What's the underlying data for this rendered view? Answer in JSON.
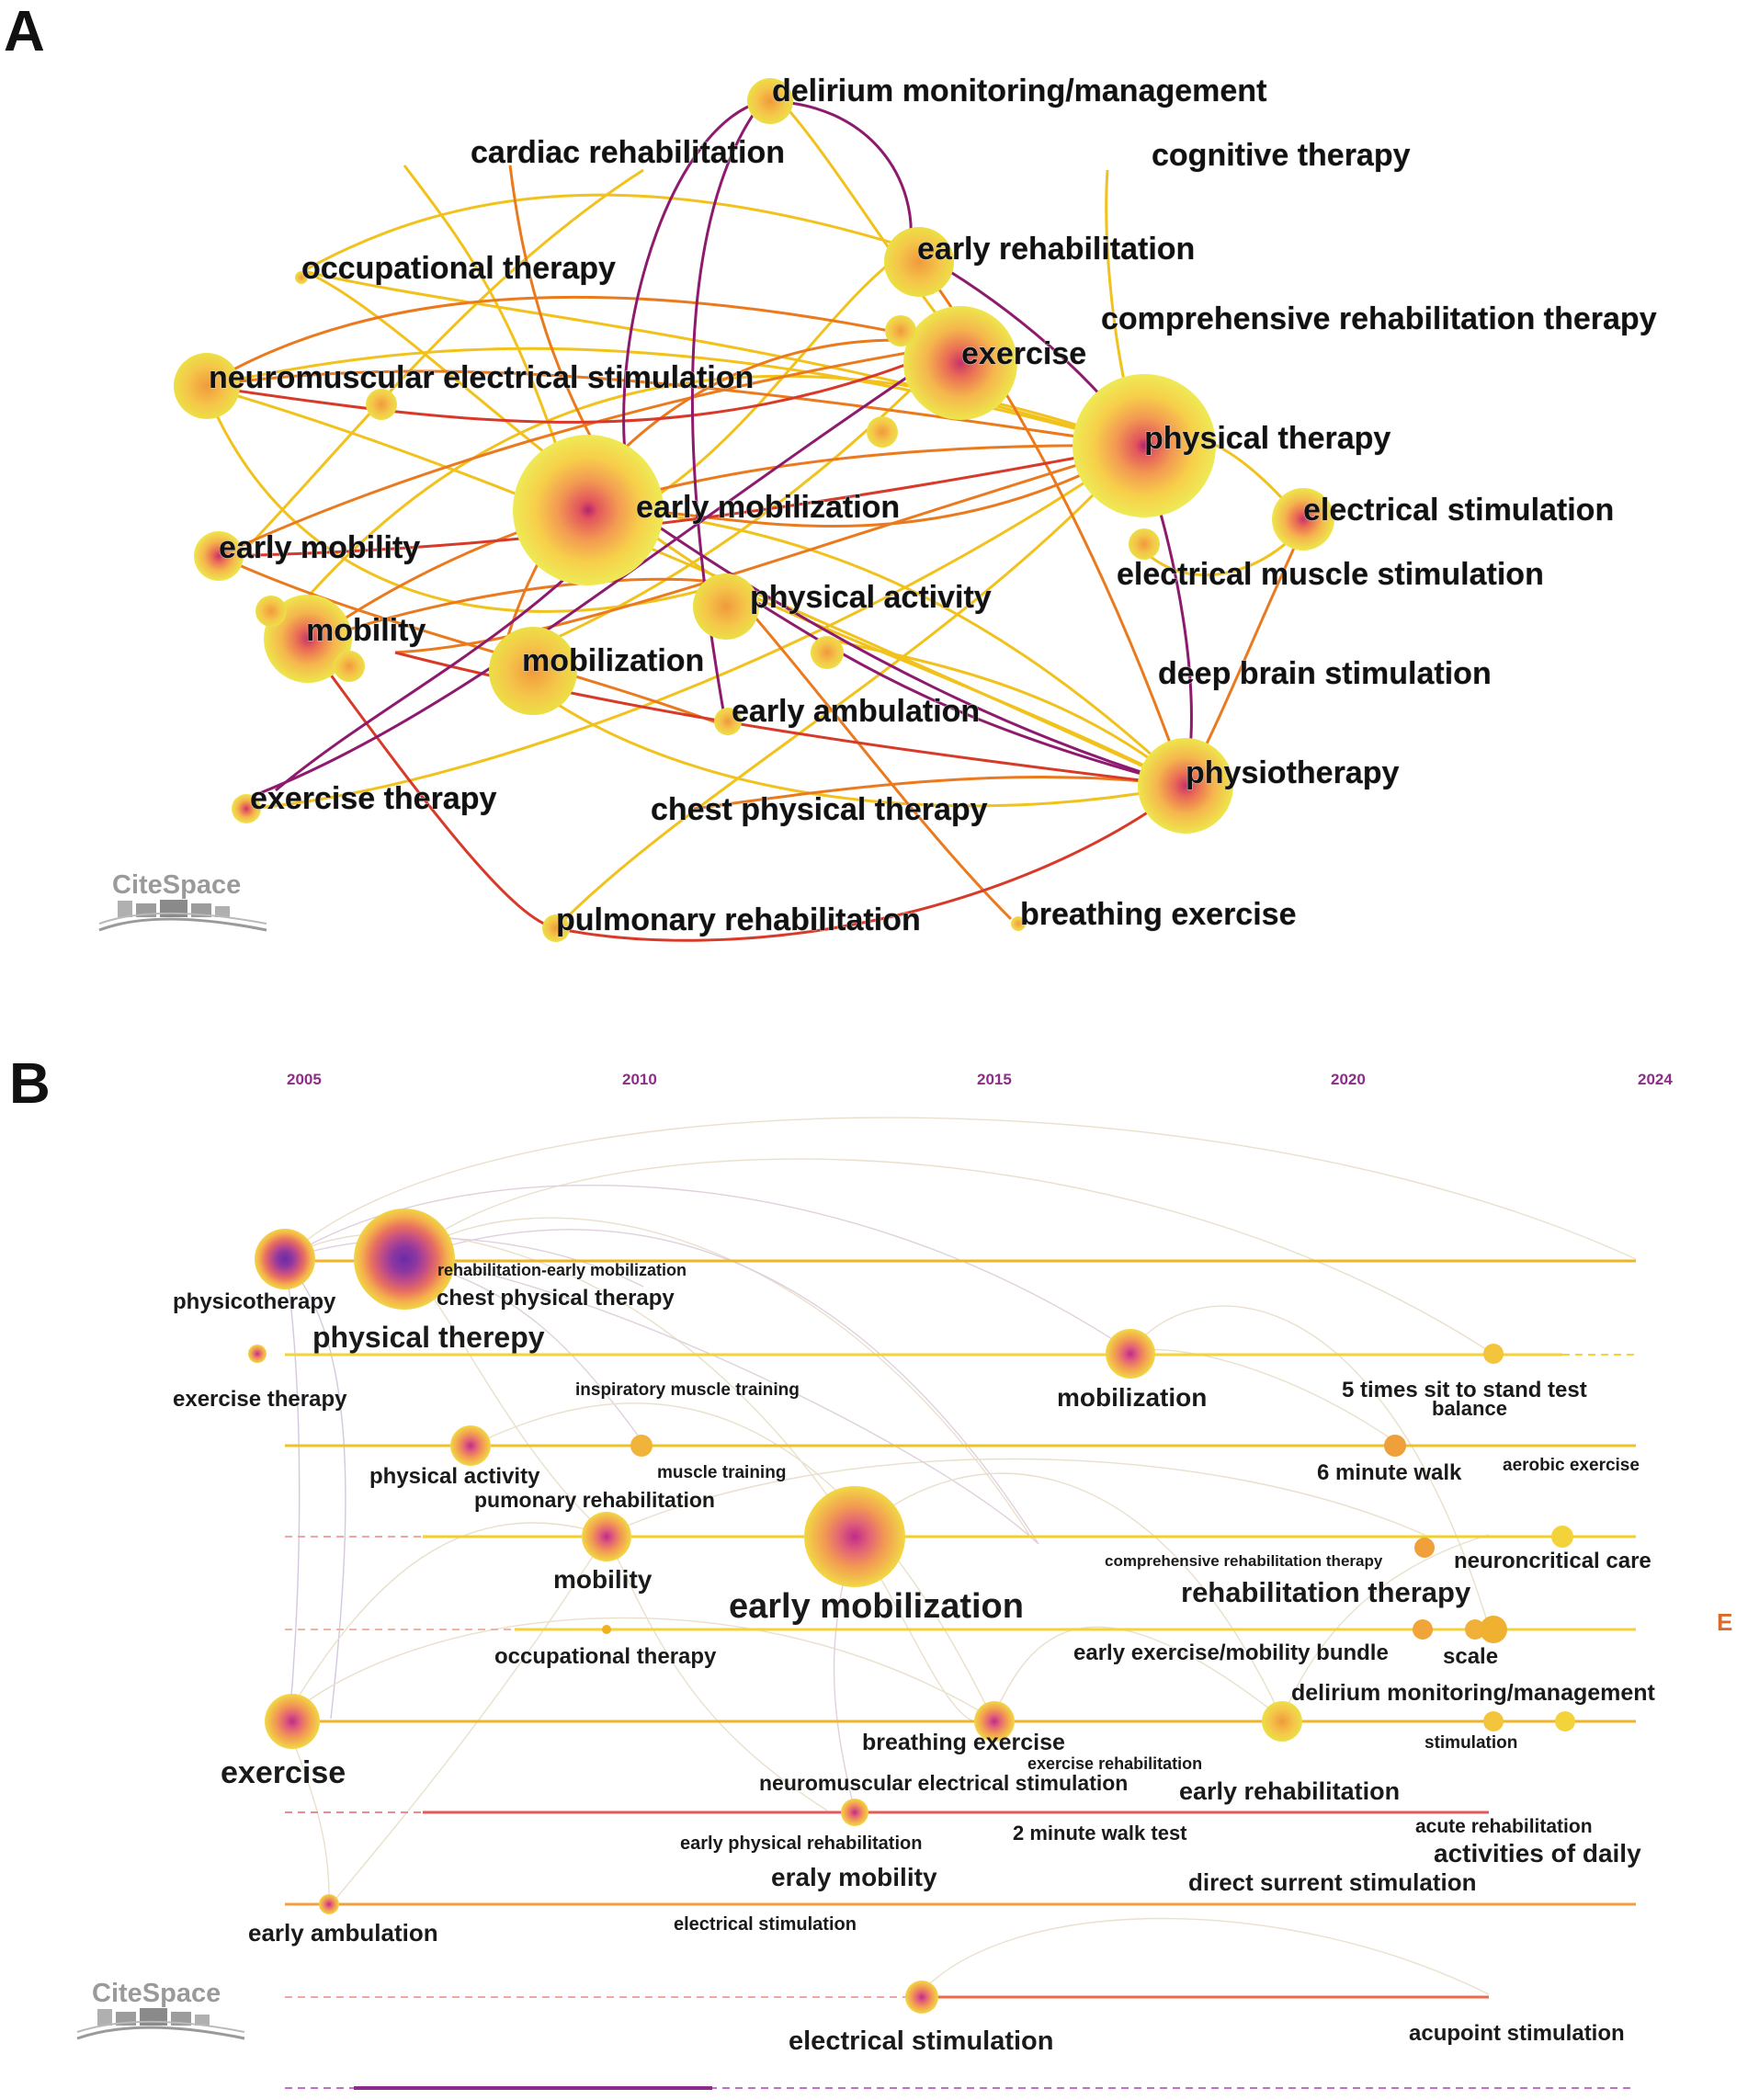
{
  "panels": {
    "a": {
      "letter": "A"
    },
    "b": {
      "letter": "B"
    }
  },
  "logo": {
    "text": "CiteSpace"
  },
  "colors": {
    "node_outer": "#f3ec3c",
    "node_mid": "#f3b14c",
    "node_inner": "#e0605f",
    "node_core": "#9a2a8e",
    "link_yellow": "#f2c21c",
    "link_orange": "#ea7a1d",
    "link_red": "#d83a2a",
    "link_purple": "#8e1a6e",
    "year_text": "#8e2c8a"
  },
  "network_a": {
    "nodes": [
      {
        "id": "delirium",
        "label": "delirium monitoring/management",
        "size": "small"
      },
      {
        "id": "cardiac",
        "label": "cardiac rehabilitation",
        "size": "none"
      },
      {
        "id": "cognitive",
        "label": "cognitive therapy",
        "size": "none"
      },
      {
        "id": "occupational",
        "label": "occupational therapy",
        "size": "tiny"
      },
      {
        "id": "early_rehab",
        "label": "early rehabilitation",
        "size": "small"
      },
      {
        "id": "comprehensive",
        "label": "comprehensive rehabilitation therapy",
        "size": "none"
      },
      {
        "id": "neuromuscular",
        "label": "neuromuscular electrical stimulation",
        "size": "small"
      },
      {
        "id": "exercise",
        "label": "exercise",
        "size": "medium"
      },
      {
        "id": "physical_therapy",
        "label": "physical therapy",
        "size": "large"
      },
      {
        "id": "early_mobilization",
        "label": "early mobilization",
        "size": "large"
      },
      {
        "id": "electrical_stim",
        "label": "electrical stimulation",
        "size": "small"
      },
      {
        "id": "early_mobility",
        "label": "early mobility",
        "size": "small"
      },
      {
        "id": "ems",
        "label": "electrical muscle stimulation",
        "size": "tiny"
      },
      {
        "id": "physical_activity",
        "label": "physical activity",
        "size": "small"
      },
      {
        "id": "mobility",
        "label": "mobility",
        "size": "medium"
      },
      {
        "id": "mobilization",
        "label": "mobilization",
        "size": "medium"
      },
      {
        "id": "dbs",
        "label": "deep brain stimulation",
        "size": "none"
      },
      {
        "id": "early_ambulation",
        "label": "early ambulation",
        "size": "tiny"
      },
      {
        "id": "physiotherapy",
        "label": "physiotherapy",
        "size": "medium"
      },
      {
        "id": "exercise_therapy",
        "label": "exercise therapy",
        "size": "tiny"
      },
      {
        "id": "chest_pt",
        "label": "chest physical therapy",
        "size": "none"
      },
      {
        "id": "pulmonary",
        "label": "pulmonary rehabilitation",
        "size": "tiny"
      },
      {
        "id": "breathing",
        "label": "breathing exercise",
        "size": "tiny"
      }
    ]
  },
  "timeline_b": {
    "years": [
      "2005",
      "2010",
      "2015",
      "2020",
      "2024"
    ],
    "labels": [
      {
        "id": "physicotherapy",
        "text": "physicotherapy"
      },
      {
        "id": "rehab_early_mob",
        "text": "rehabilitation-early mobilization"
      },
      {
        "id": "chest_pt",
        "text": "chest physical therapy"
      },
      {
        "id": "physical_therepy",
        "text": "physical therepy"
      },
      {
        "id": "exercise_therapy",
        "text": "exercise therapy"
      },
      {
        "id": "mobilization",
        "text": "mobilization"
      },
      {
        "id": "five_times",
        "text": "5 times sit to stand test"
      },
      {
        "id": "balance",
        "text": "balance"
      },
      {
        "id": "inspiratory",
        "text": "inspiratory muscle training"
      },
      {
        "id": "physical_activity",
        "text": "physical activity"
      },
      {
        "id": "muscle_training",
        "text": "muscle training"
      },
      {
        "id": "six_minute",
        "text": "6 minute walk"
      },
      {
        "id": "aerobic",
        "text": "aerobic exercise"
      },
      {
        "id": "pumonary",
        "text": "pumonary rehabilitation"
      },
      {
        "id": "comprehensive",
        "text": "comprehensive rehabilitation therapy"
      },
      {
        "id": "neuroncritical",
        "text": "neuroncritical care"
      },
      {
        "id": "mobility",
        "text": "mobility"
      },
      {
        "id": "early_mobilization",
        "text": "early mobilization"
      },
      {
        "id": "rehab_therapy",
        "text": "rehabilitation therapy"
      },
      {
        "id": "occupational",
        "text": "occupational therapy"
      },
      {
        "id": "bundle",
        "text": "early exercise/mobility bundle"
      },
      {
        "id": "scale",
        "text": "scale"
      },
      {
        "id": "delirium",
        "text": "delirium monitoring/management"
      },
      {
        "id": "exercise",
        "text": "exercise"
      },
      {
        "id": "breathing",
        "text": "breathing exercise"
      },
      {
        "id": "stimulation",
        "text": "stimulation"
      },
      {
        "id": "exercise_rehab",
        "text": "exercise rehabilitation"
      },
      {
        "id": "nmes",
        "text": "neuromuscular electrical stimulation"
      },
      {
        "id": "early_rehab",
        "text": "early rehabilitation"
      },
      {
        "id": "early_phys_rehab",
        "text": "early physical rehabilitation"
      },
      {
        "id": "two_minute",
        "text": "2 minute walk test"
      },
      {
        "id": "acute_rehab",
        "text": "acute rehabilitation"
      },
      {
        "id": "adl",
        "text": "activities of daily"
      },
      {
        "id": "eraly_mobility",
        "text": "eraly mobility"
      },
      {
        "id": "direct_surrent",
        "text": "direct surrent stimulation"
      },
      {
        "id": "early_ambulation",
        "text": "early ambulation"
      },
      {
        "id": "electrical_stim_small",
        "text": "electrical stimulation"
      },
      {
        "id": "electrical_stim",
        "text": "electrical stimulation"
      },
      {
        "id": "acupoint",
        "text": "acupoint stimulation"
      }
    ]
  }
}
